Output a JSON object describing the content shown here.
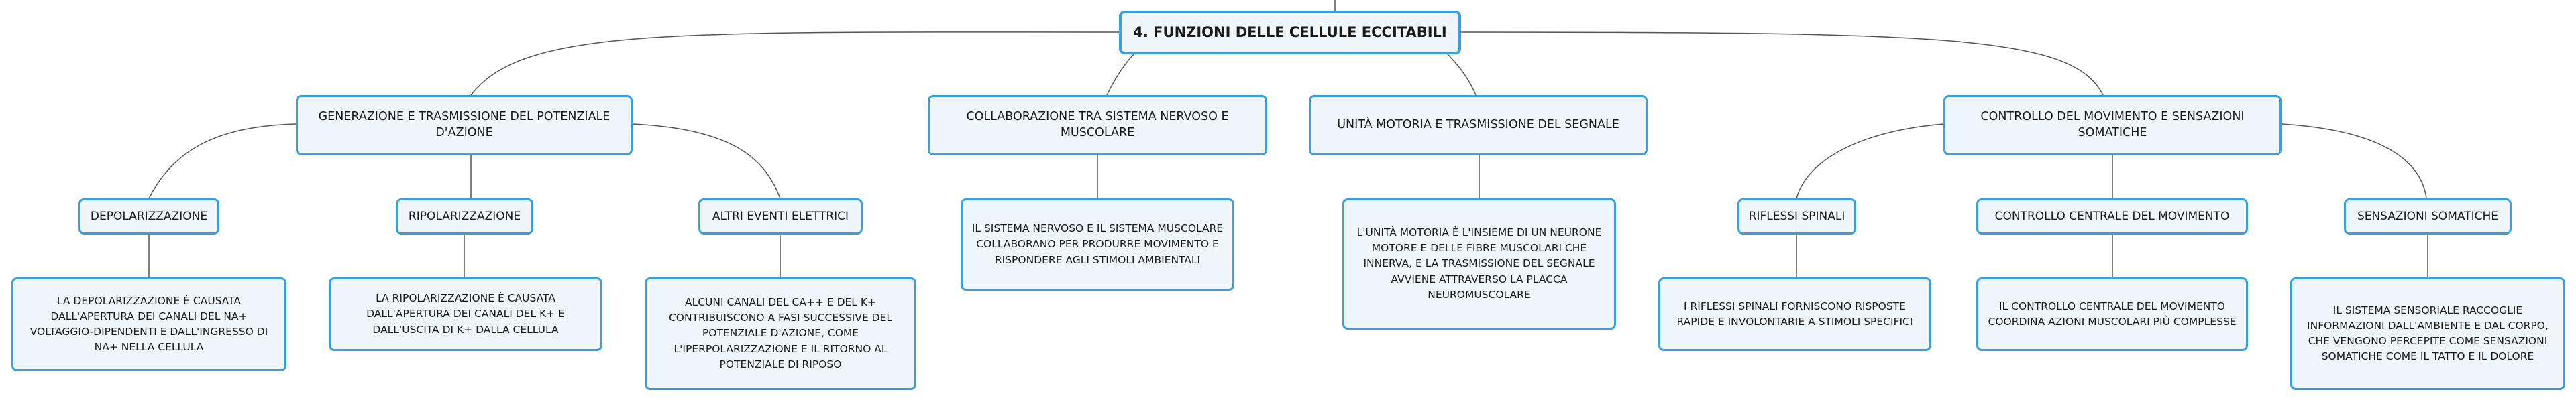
{
  "root": {
    "label": "4. FUNZIONI DELLE CELLULE ECCITABILI"
  },
  "branches": [
    {
      "label": "GENERAZIONE E TRASMISSIONE DEL POTENZIALE D'AZIONE",
      "children": [
        {
          "label": "DEPOLARIZZAZIONE",
          "detail": "LA DEPOLARIZZAZIONE È CAUSATA DALL'APERTURA DEI CANALI DEL NA+ VOLTAGGIO-DIPENDENTI E DALL'INGRESSO DI NA+ NELLA CELLULA"
        },
        {
          "label": "RIPOLARIZZAZIONE",
          "detail": "LA RIPOLARIZZAZIONE È CAUSATA DALL'APERTURA DEI CANALI DEL K+ E DALL'USCITA DI K+ DALLA CELLULA"
        },
        {
          "label": "ALTRI EVENTI ELETTRICI",
          "detail": "ALCUNI CANALI DEL CA++ E DEL K+ CONTRIBUISCONO A FASI SUCCESSIVE DEL POTENZIALE D'AZIONE, COME L'IPERPOLARIZZAZIONE E IL RITORNO AL POTENZIALE DI RIPOSO"
        }
      ]
    },
    {
      "label": "COLLABORAZIONE TRA SISTEMA NERVOSO E MUSCOLARE",
      "detail": "IL SISTEMA NERVOSO E IL SISTEMA MUSCOLARE COLLABORANO PER PRODURRE MOVIMENTO E RISPONDERE AGLI STIMOLI AMBIENTALI"
    },
    {
      "label": "UNITÀ MOTORIA E TRASMISSIONE DEL SEGNALE",
      "detail": "L'UNITÀ MOTORIA È L'INSIEME DI UN NEURONE MOTORE E DELLE FIBRE MUSCOLARI CHE INNERVA, E LA TRASMISSIONE DEL SEGNALE AVVIENE ATTRAVERSO LA PLACCA NEUROMUSCOLARE"
    },
    {
      "label": "CONTROLLO DEL MOVIMENTO E SENSAZIONI SOMATICHE",
      "children": [
        {
          "label": "RIFLESSI SPINALI",
          "detail": "I RIFLESSI SPINALI FORNISCONO RISPOSTE RAPIDE E INVOLONTARIE A STIMOLI SPECIFICI"
        },
        {
          "label": "CONTROLLO CENTRALE DEL MOVIMENTO",
          "detail": "IL CONTROLLO CENTRALE DEL MOVIMENTO COORDINA AZIONI MUSCOLARI PIÙ COMPLESSE"
        },
        {
          "label": "SENSAZIONI SOMATICHE",
          "detail": "IL SISTEMA SENSORIALE RACCOGLIE INFORMAZIONI DALL'AMBIENTE E DAL CORPO, CHE VENGONO PERCEPITE COME SENSAZIONI SOMATICHE COME IL TATTO E IL DOLORE"
        }
      ]
    }
  ]
}
